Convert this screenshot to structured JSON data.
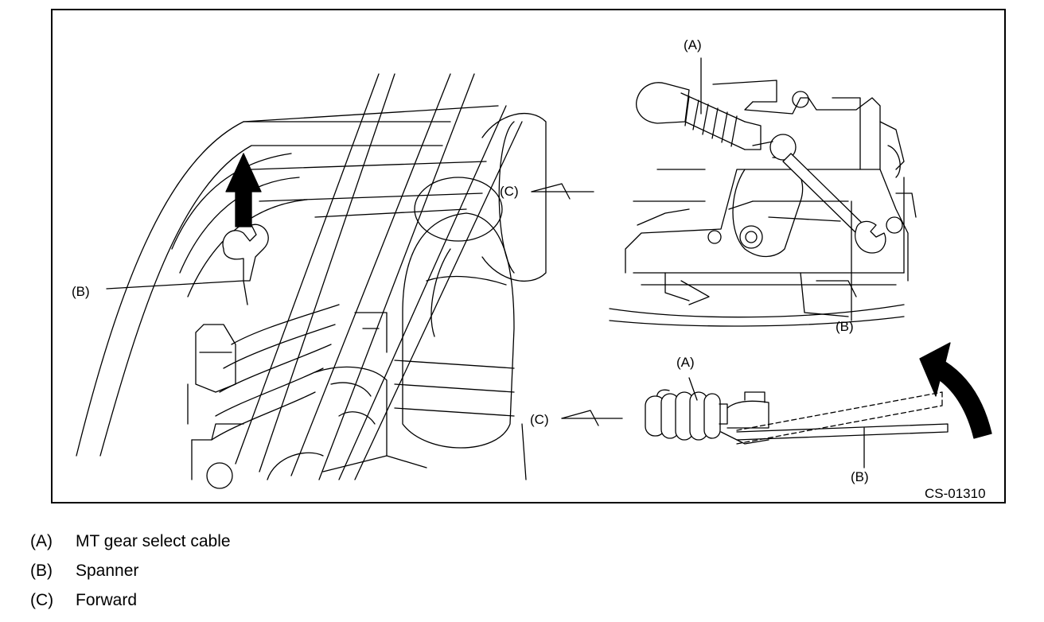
{
  "figure": {
    "code": "CS-01310",
    "callouts": {
      "a_top": "(A)",
      "a_bottom": "(A)",
      "b_left": "(B)",
      "b_top": "(B)",
      "b_bottom": "(B)",
      "c_top": "(C)",
      "c_bottom": "(C)"
    },
    "colors": {
      "line": "#000000",
      "fill": "#ffffff",
      "arrow": "#000000"
    },
    "icons": [
      "forward-arrow-icon",
      "spanner-icon",
      "rotation-arrow-icon"
    ]
  },
  "legend": [
    {
      "key": "(A)",
      "text": "MT gear select cable"
    },
    {
      "key": "(B)",
      "text": "Spanner"
    },
    {
      "key": "(C)",
      "text": "Forward"
    }
  ]
}
